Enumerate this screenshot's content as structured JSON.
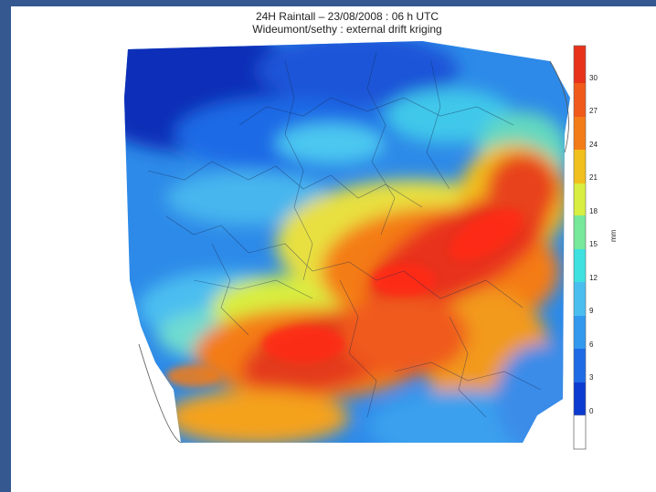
{
  "title": {
    "line1": "24H Raintall – 23/08/2008 : 06 h UTC",
    "line2": "Wideumont/sethy : external drift kriging"
  },
  "colorbar": {
    "ticks": [
      "30",
      "27",
      "24",
      "21",
      "18",
      "15",
      "12",
      "9",
      "6",
      "3",
      "0"
    ],
    "unit": "mm",
    "colors": [
      "#ffffff",
      "#0a1f9a",
      "#0c3bd0",
      "#1f6be6",
      "#3399ee",
      "#4bbef0",
      "#3fe0e0",
      "#77e89a",
      "#d8ee40",
      "#f2c01c",
      "#f47c18",
      "#e8321a"
    ]
  }
}
